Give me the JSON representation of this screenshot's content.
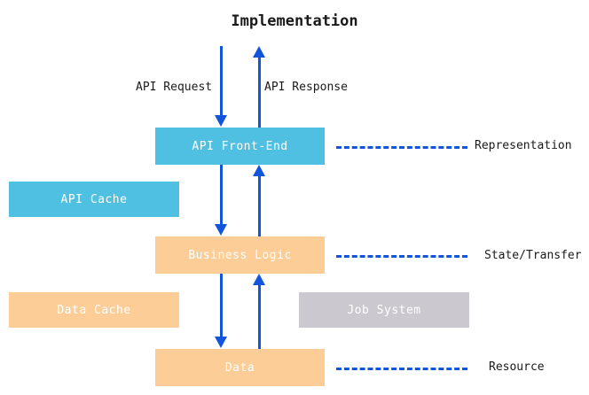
{
  "diagram": {
    "title": "Implementation",
    "colors": {
      "blue_box": "#4FBFE2",
      "peach_box": "#FCCD96",
      "gray_box": "#CCC8CF",
      "arrow": "#1155DD",
      "box_text": "#FFFFFF",
      "label_text": "#1A1A1A",
      "background": "#FFFFFF"
    },
    "boxes": [
      {
        "id": "api-front-end",
        "label": "API Front-End",
        "color": "#4FBFE2"
      },
      {
        "id": "api-cache",
        "label": "API Cache",
        "color": "#4FBFE2"
      },
      {
        "id": "business-logic",
        "label": "Business Logic",
        "color": "#FCCD96"
      },
      {
        "id": "data-cache",
        "label": "Data Cache",
        "color": "#FCCD96"
      },
      {
        "id": "job-system",
        "label": "Job System",
        "color": "#CCC8CF"
      },
      {
        "id": "data",
        "label": "Data",
        "color": "#FCCD96"
      }
    ],
    "flow_labels": {
      "request": "API Request",
      "response": "API Response"
    },
    "annotations": [
      {
        "id": "representation",
        "label": "Representation",
        "connects_to": "api-front-end"
      },
      {
        "id": "state-transfer",
        "label": "State/Transfer",
        "connects_to": "business-logic"
      },
      {
        "id": "resource",
        "label": "Resource",
        "connects_to": "data"
      }
    ]
  }
}
